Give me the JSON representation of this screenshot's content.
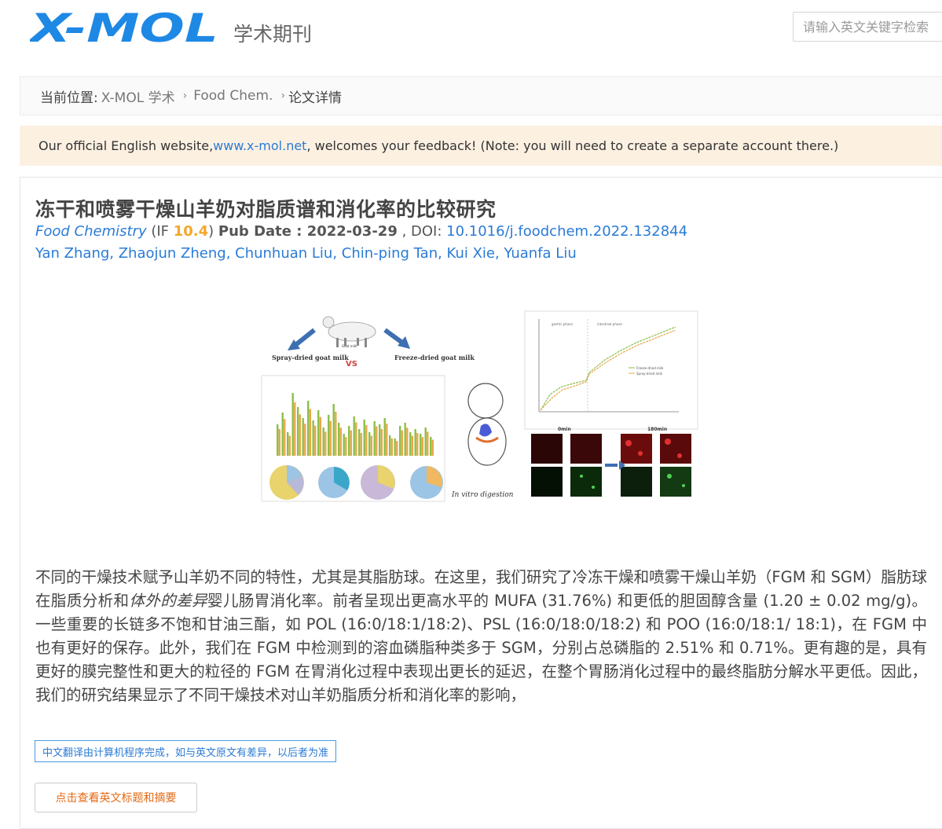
{
  "header": {
    "logo_text": "X-MOL",
    "site_subtitle": "学术期刊",
    "search_placeholder": "请输入英文关键字检索"
  },
  "breadcrumb": {
    "label": "当前位置:",
    "items": [
      "X-MOL 学术",
      "Food Chem.",
      "论文详情"
    ]
  },
  "notice": {
    "text_before": "Our official English website,",
    "link_text": "www.x-mol.net",
    "text_after": ", welcomes your feedback! (Note: you will need to create a separate account there.)"
  },
  "article": {
    "title": "冻干和喷雾干燥山羊奶对脂质谱和消化率的比较研究",
    "journal": "Food Chemistry",
    "if_prefix": " (IF ",
    "if_value": "10.4",
    "if_suffix": ") ",
    "pub_date_label": "Pub Date : 2022-03-29",
    "doi_label": " , DOI: ",
    "doi": "10.1016/j.foodchem.2022.132844",
    "authors": "Yan Zhang, Zhaojun Zheng, Chunhuan Liu, Chin-ping Tan, Kui Xie, Yuanfa Liu",
    "abstract_part1": "不同的干燥技术赋予山羊奶不同的特性，尤其是其脂肪球。在这里，我们研究了冷冻干燥和喷雾干燥山羊奶（FGM 和 SGM）脂肪球在脂质分析和",
    "abstract_italic": "体外的差异",
    "abstract_part2": "婴儿肠胃消化率。前者呈现出更高水平的 MUFA (31.76%) 和更低的胆固醇含量 (1.20 ± 0.02 mg/g)。一些重要的长链多不饱和甘油三酯，如 POL (16:0/18:1/18:2)、PSL (16:0/18:0/18:2) 和 POO (16:0/18:1/ 18:1)，在 FGM 中也有更好的保存。此外，我们在 FGM 中检测到的溶血磷脂种类多于 SGM，分别占总磷脂的 2.51% 和 0.71%。更有趣的是，具有更好的膜完整性和更大的粒径的 FGM 在胃消化过程中表现出更长的延迟，在整个胃肠消化过程中的最终脂肪分解水平更低。因此，我们的研究结果显示了不同干燥技术对山羊奶脂质分析和消化率的影响，",
    "translation_note": "中文翻译由计算机程序完成，如与英文原文有差异，以后者为准",
    "english_button": "点击查看英文标题和摘要"
  },
  "graphic": {
    "left_label_spray": "Spray-dried goat milk",
    "right_label_freeze": "Freeze-dried goat milk",
    "center_label": "Goat milk",
    "vs": "VS",
    "digestion_label": "In vitro digestion",
    "time_0": "0min",
    "time_180": "180min",
    "phase_gastric": "gastric phase",
    "phase_intestinal": "intestinal phase",
    "legend_freeze": "Freeze-dried milk",
    "legend_spray": "Spray-dried milk",
    "colors": {
      "freeze": "#8cbf4a",
      "spray": "#e9a84c",
      "arrow": "#3e6fb3"
    }
  }
}
